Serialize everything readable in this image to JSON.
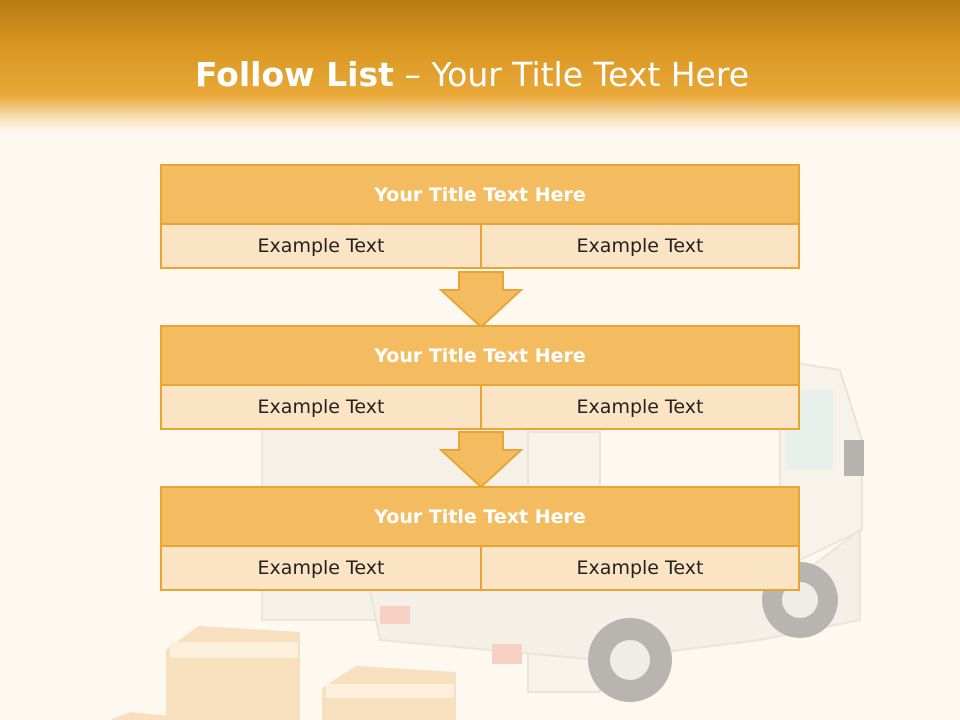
{
  "header": {
    "title_bold": "Follow List",
    "title_rest": "– Your Title Text Here"
  },
  "steps": [
    {
      "title": "Your Title Text Here",
      "left": "Example Text",
      "right": "Example Text"
    },
    {
      "title": "Your Title Text Here",
      "left": "Example Text",
      "right": "Example Text"
    },
    {
      "title": "Your Title Text Here",
      "left": "Example Text",
      "right": "Example Text"
    }
  ],
  "colors": {
    "accent": "#e9a431",
    "title_fill": "#f4bc60",
    "cell_fill": "#fbe4c4",
    "header_dark": "#b97a12"
  },
  "icons": {
    "background": "delivery-truck-illustration",
    "connector": "arrow-down-icon"
  }
}
